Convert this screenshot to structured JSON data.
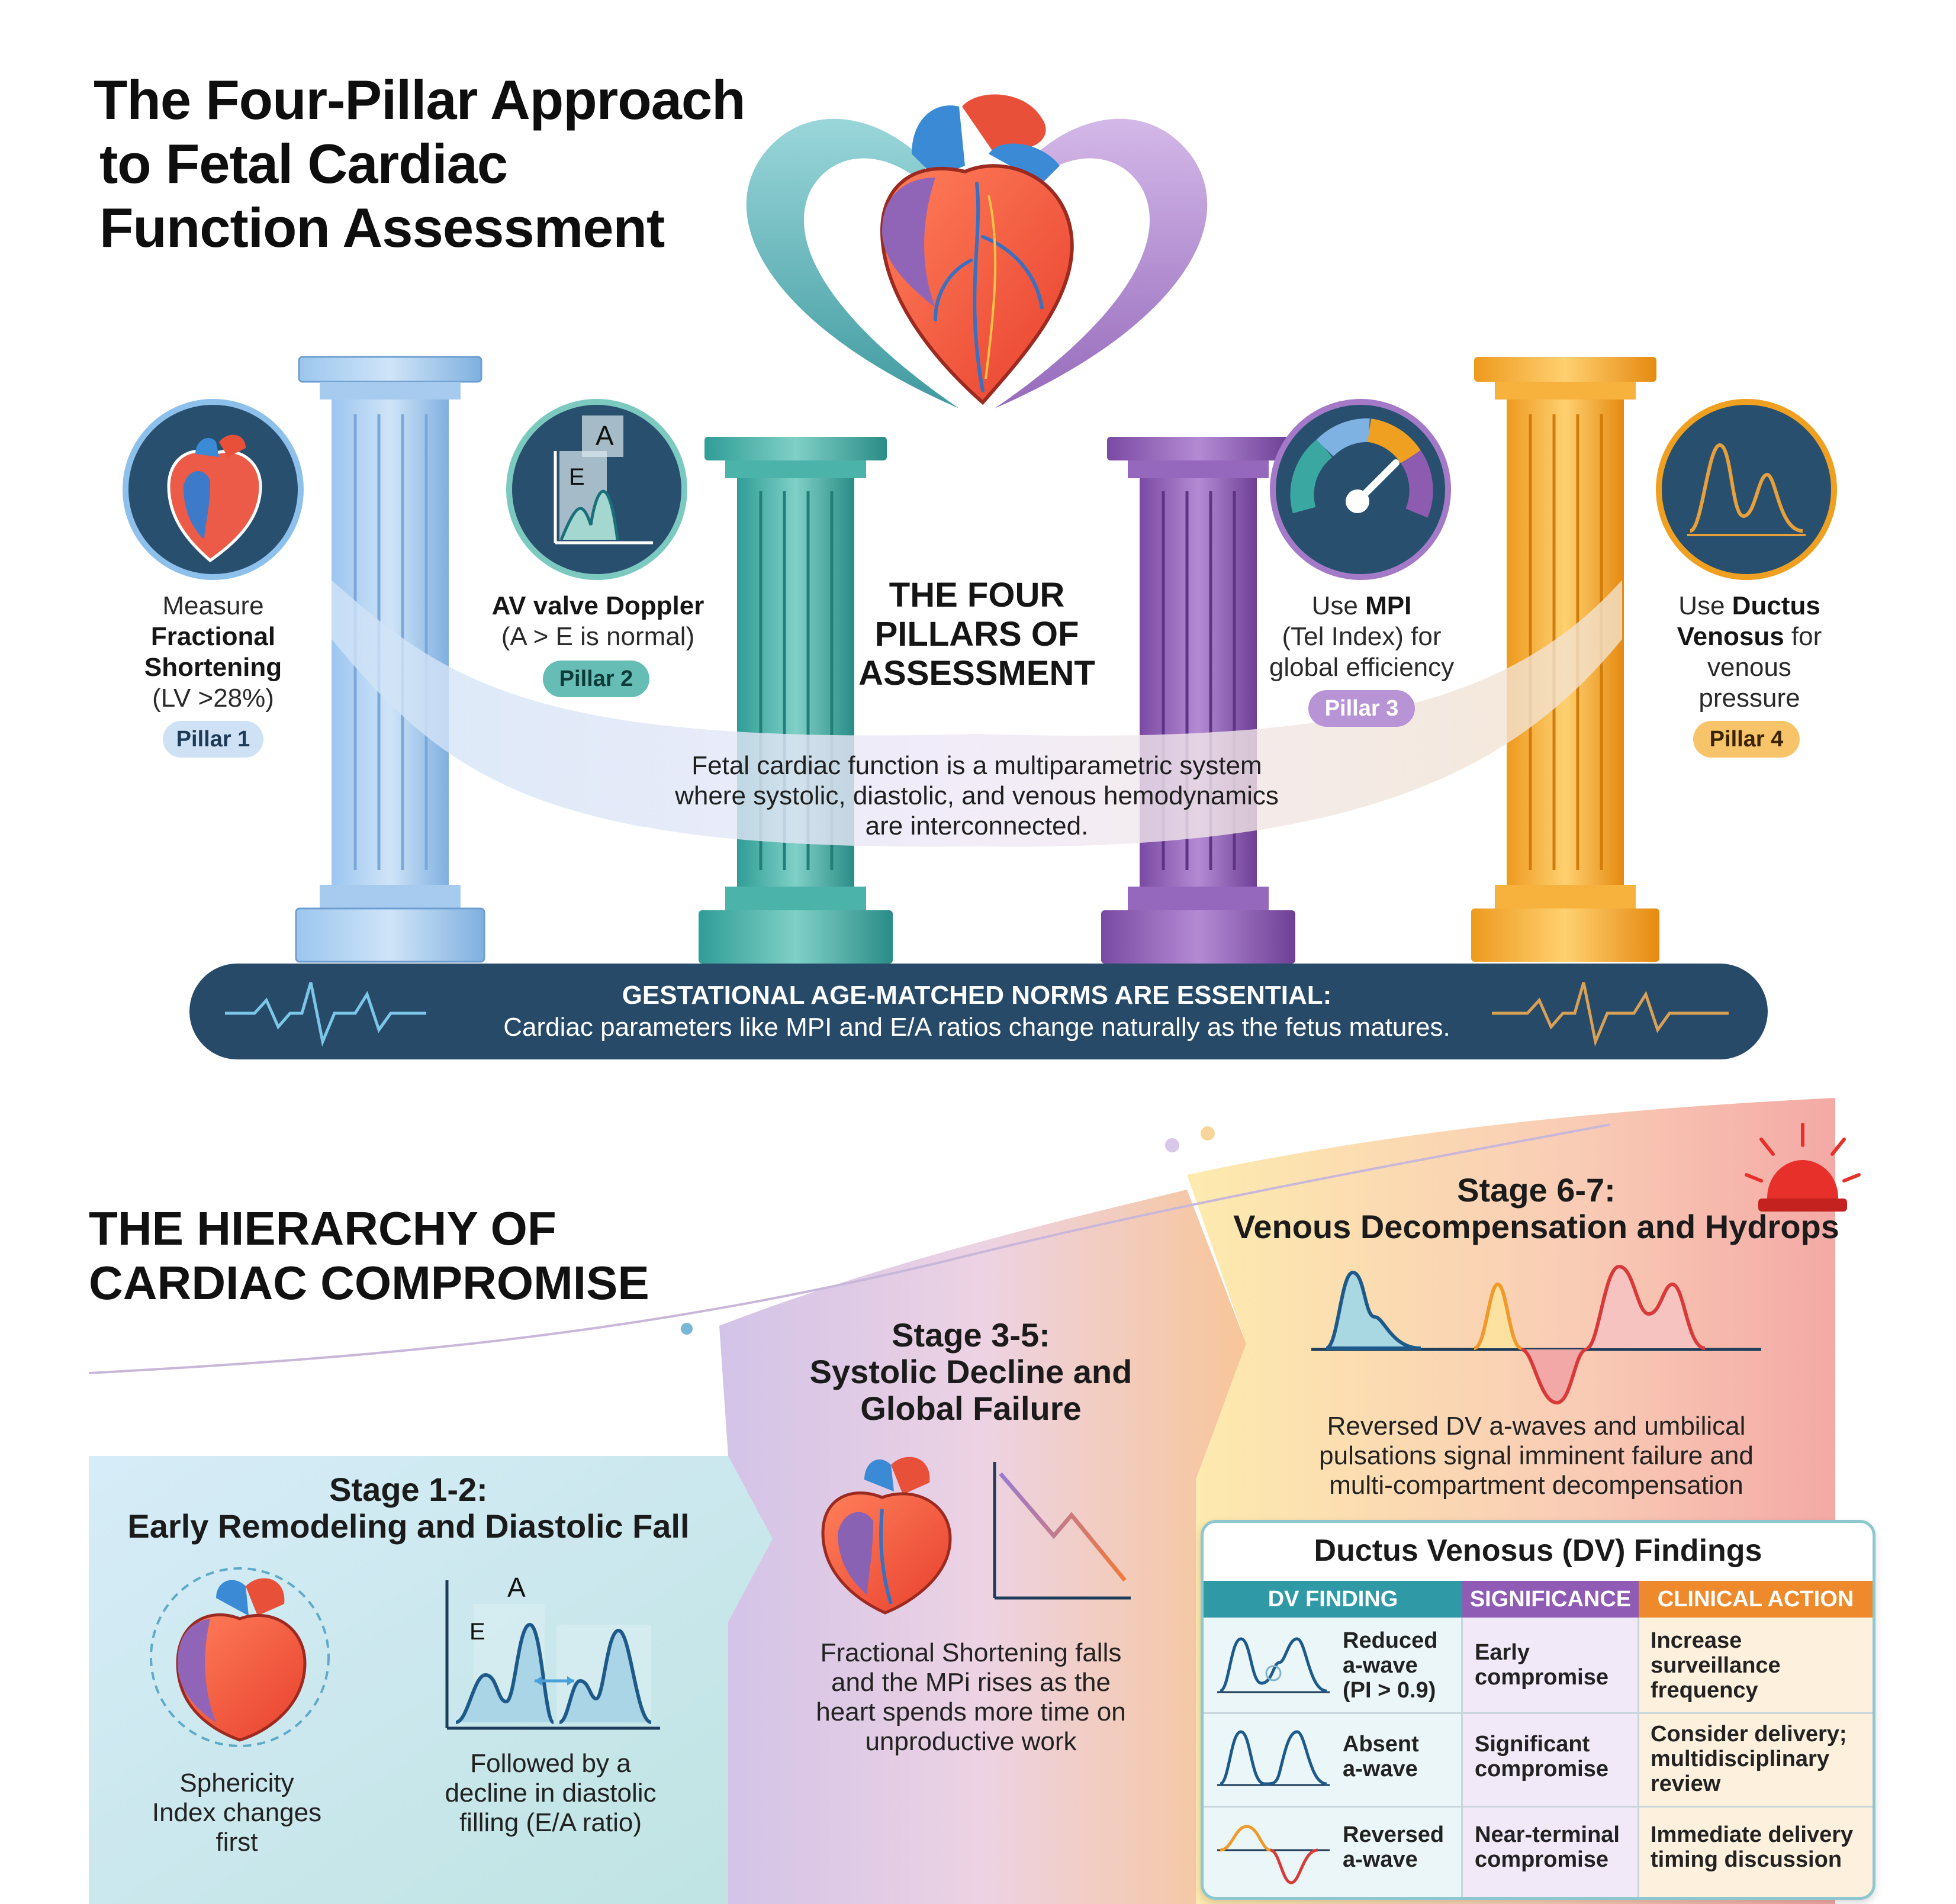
{
  "title": {
    "line1": "The Four-Pillar Approach",
    "line2": "to Fetal Cardiac",
    "line3": "Function Assessment"
  },
  "center": {
    "line1": "THE FOUR",
    "line2": "PILLARS OF",
    "line3": "ASSESSMENT"
  },
  "pillars": [
    {
      "pre": "Measure",
      "bold1": "Fractional",
      "bold2": "Shortening",
      "post": "(LV >28%)",
      "badge": "Pillar 1",
      "color": "#7db2e3"
    },
    {
      "bold": "AV valve Doppler",
      "post": "(A > E is normal)",
      "badge": "Pillar 2",
      "color": "#3aa7a0",
      "wave_a": "A",
      "wave_e": "E"
    },
    {
      "pre": "Use ",
      "bold": "MPI",
      "line2": "(Tel Index) for",
      "line3": "global efficiency",
      "badge": "Pillar 3",
      "color": "#8d5bb0"
    },
    {
      "pre": "Use ",
      "bold1": "Ductus",
      "bold2": "Venosus",
      "post2": " for",
      "line3": "venous",
      "line4": "pressure",
      "badge": "Pillar 4",
      "color": "#f0a020"
    }
  ],
  "ribbon": {
    "line1": "Fetal cardiac function is a multiparametric system",
    "line2": "where systolic, diastolic, and venous hemodynamics",
    "line3": "are interconnected."
  },
  "norms": {
    "heading": "GESTATIONAL AGE-MATCHED NORMS ARE ESSENTIAL:",
    "text": "Cardiac parameters like MPI and E/A ratios change naturally as the fetus matures."
  },
  "hierarchy": {
    "line1": "THE HIERARCHY OF",
    "line2": "CARDIAC COMPROMISE"
  },
  "stages": {
    "s1": {
      "label": "Stage 1-2:",
      "name": "Early Remodeling and Diastolic Fall",
      "caption_left": [
        "Sphericity",
        "Index changes",
        "first"
      ],
      "caption_right": [
        "Followed by a",
        "decline in diastolic",
        "filling (E/A ratio)"
      ],
      "wave_a": "A",
      "wave_e": "E"
    },
    "s2": {
      "label": "Stage 3-5:",
      "name_line1": "Systolic Decline and",
      "name_line2": "Global Failure",
      "caption": [
        "Fractional Shortening falls",
        "and the MPi rises as the",
        "heart spends more time on",
        "unproductive work"
      ]
    },
    "s3": {
      "label": "Stage 6-7:",
      "name": "Venous Decompensation and Hydrops",
      "caption": [
        "Reversed DV a-waves and umbilical",
        "pulsations signal imminent failure and",
        "multi-compartment decompensation"
      ]
    }
  },
  "table": {
    "title": "Ductus Venosus (DV) Findings",
    "headers": [
      "DV FINDING",
      "SIGNIFICANCE",
      "CLINICAL ACTION"
    ],
    "header_colors": [
      "#2f9aa6",
      "#8f5bb5",
      "#ef8a2c"
    ],
    "rows": [
      {
        "finding": [
          "Reduced",
          "a-wave",
          "(PI > 0.9)"
        ],
        "significance": [
          "Early",
          "compromise"
        ],
        "action": [
          "Increase",
          "surveillance",
          "frequency"
        ]
      },
      {
        "finding": [
          "Absent",
          "a-wave"
        ],
        "significance": [
          "Significant",
          "compromise"
        ],
        "action": [
          "Consider delivery;",
          "multidisciplinary",
          "review"
        ]
      },
      {
        "finding": [
          "Reversed",
          "a-wave"
        ],
        "significance": [
          "Near-terminal",
          "compromise"
        ],
        "action": [
          "Immediate delivery",
          "timing discussion"
        ]
      }
    ]
  }
}
